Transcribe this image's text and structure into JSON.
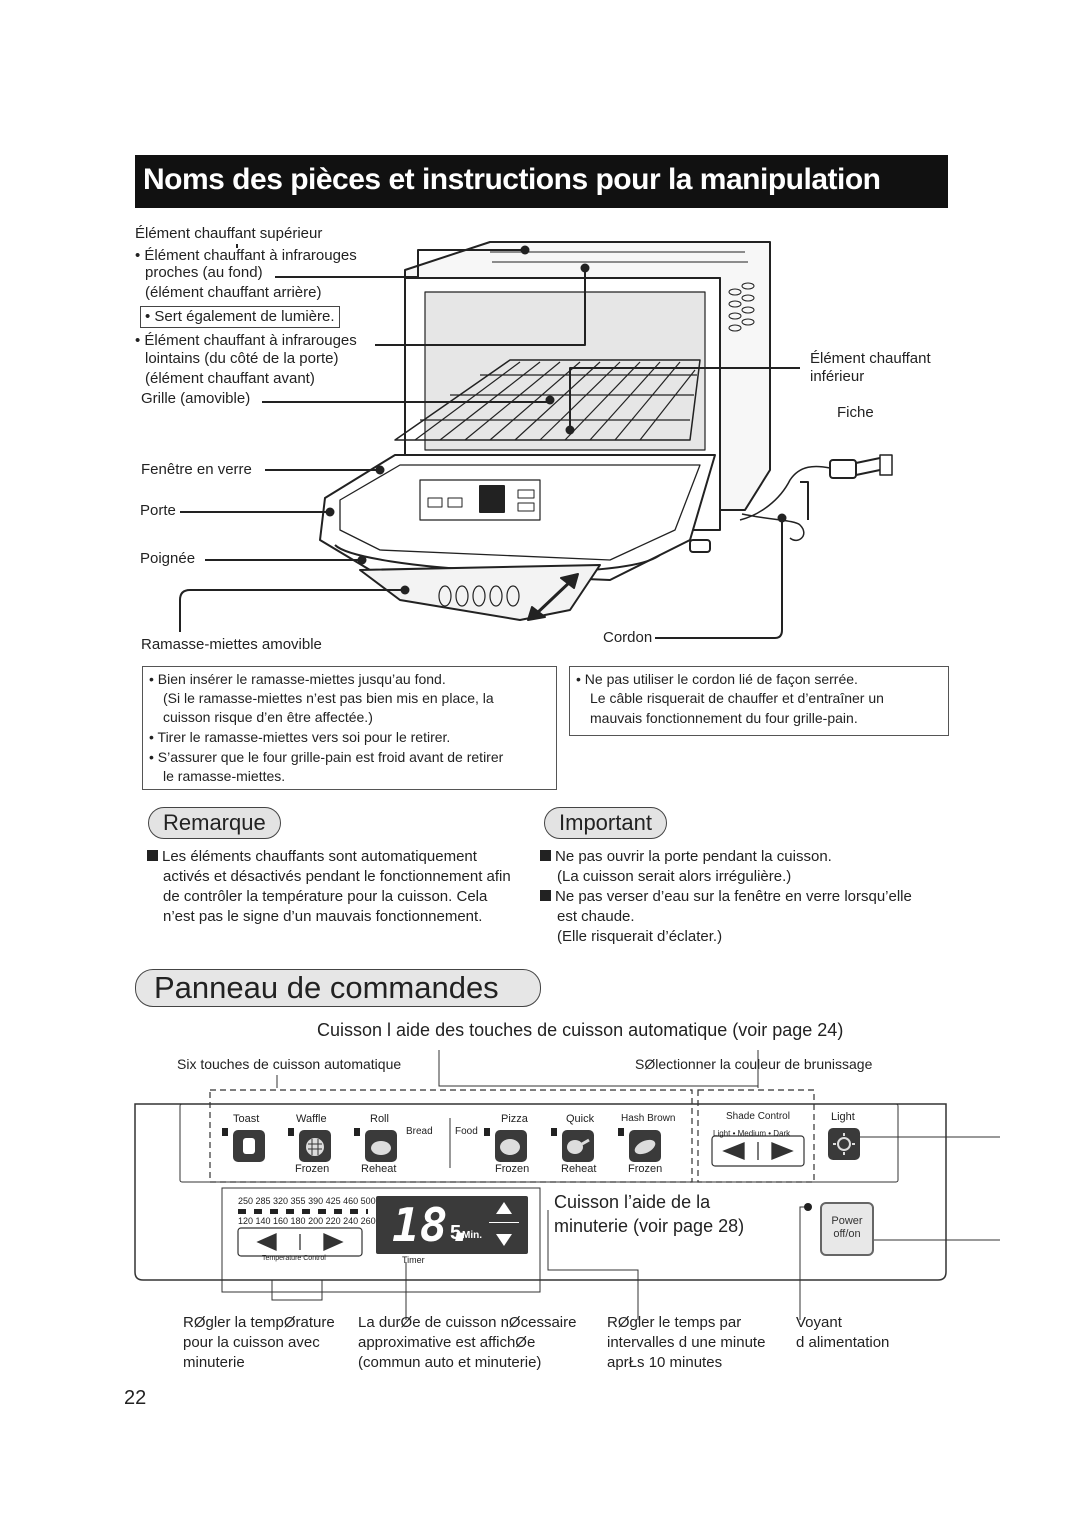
{
  "title": "Noms des pièces et instructions pour la manipulation",
  "labels": {
    "upper_heater": "Élément chauffant supérieur",
    "near_ir_1": "• Élément chauffant à infrarouges",
    "near_ir_2": "proches (au fond)",
    "near_ir_3": "(élément chauffant arrière)",
    "light_note": "• Sert également de lumière.",
    "far_ir_1": "• Élément chauffant à infrarouges",
    "far_ir_2": "lointains (du côté de la porte)",
    "far_ir_3": "(élément chauffant avant)",
    "rack": "Grille (amovible)",
    "glass": "Fenêtre en verre",
    "door": "Porte",
    "handle": "Poignée",
    "crumb_tray": "Ramasse-miettes amovible",
    "lower_heater_1": "Élément chauffant",
    "lower_heater_2": "inférieur",
    "plug": "Fiche",
    "cord": "Cordon"
  },
  "crumb_box": [
    "• Bien insérer le ramasse-miettes jusqu’au fond.",
    "(Si le ramasse-miettes n’est pas bien mis en place, la",
    "cuisson risque d’en être affectée.)",
    "• Tirer le ramasse-miettes vers soi pour le retirer.",
    "• S’assurer que le four grille-pain est froid avant de retirer",
    "le ramasse-miettes."
  ],
  "cord_box": [
    "• Ne pas utiliser le cordon lié de façon serrée.",
    "Le câble risquerait de chauffer et d’entraîner un",
    "mauvais fonctionnement du four grille-pain."
  ],
  "remarque": {
    "heading": "Remarque",
    "lines": [
      "Les éléments chauffants sont automatiquement",
      "activés et désactivés pendant le fonctionnement afin",
      "de contrôler la température pour la cuisson. Cela",
      "n’est pas le signe d’un mauvais fonctionnement."
    ]
  },
  "important": {
    "heading": "Important",
    "lines": [
      "Ne pas ouvrir la porte pendant la cuisson.",
      "(La cuisson serait alors irrégulière.)",
      "Ne pas verser d’eau sur la fenêtre en verre lorsqu’elle",
      "est chaude.",
      "(Elle risquerait d’éclater.)"
    ]
  },
  "panel": {
    "heading": "Panneau de commandes",
    "auto_cook": "Cuisson   l aide des touches de cuisson automatique (voir page 24)",
    "six_keys": "Six touches de cuisson automatique",
    "select_shade": "SØlectionner la couleur de brunissage",
    "keys_top": [
      "Toast",
      "Waffle",
      "Roll",
      "Pizza",
      "Quick",
      "Hash Brown"
    ],
    "keys_bottom": [
      "Frozen",
      "Reheat",
      "Frozen",
      "Reheat",
      "Frozen"
    ],
    "bread": "Bread",
    "food": "Food",
    "shade_control": "Shade Control",
    "shade_opts": "Light  •  Medium  •  Dark",
    "light": "Light",
    "temps_f": "250  285  320  355  390  425  460  500 °F",
    "temps_c": "120  140  160  180  200  220  240  260 ℃",
    "temp_control": "Temperature Control",
    "timer": "Timer",
    "display_digits": "18.",
    "display_min_digit": "5",
    "display_min": "Min.",
    "timer_cook_1": "Cuisson   l’aide de la",
    "timer_cook_2": "minuterie (voir page 28)",
    "power_1": "Power",
    "power_2": "off/on",
    "cap_temp": [
      "RØgler la tempØrature",
      "pour la cuisson avec",
      "minuterie"
    ],
    "cap_time": [
      "La durØe de cuisson nØcessaire",
      "approximative est affichØe",
      "(commun   auto et minuterie)"
    ],
    "cap_step": [
      "RØgler le temps par",
      "intervalles d une minute",
      "aprŁs 10 minutes"
    ],
    "cap_power": [
      "Voyant",
      "d alimentation"
    ]
  },
  "page_number": "22"
}
